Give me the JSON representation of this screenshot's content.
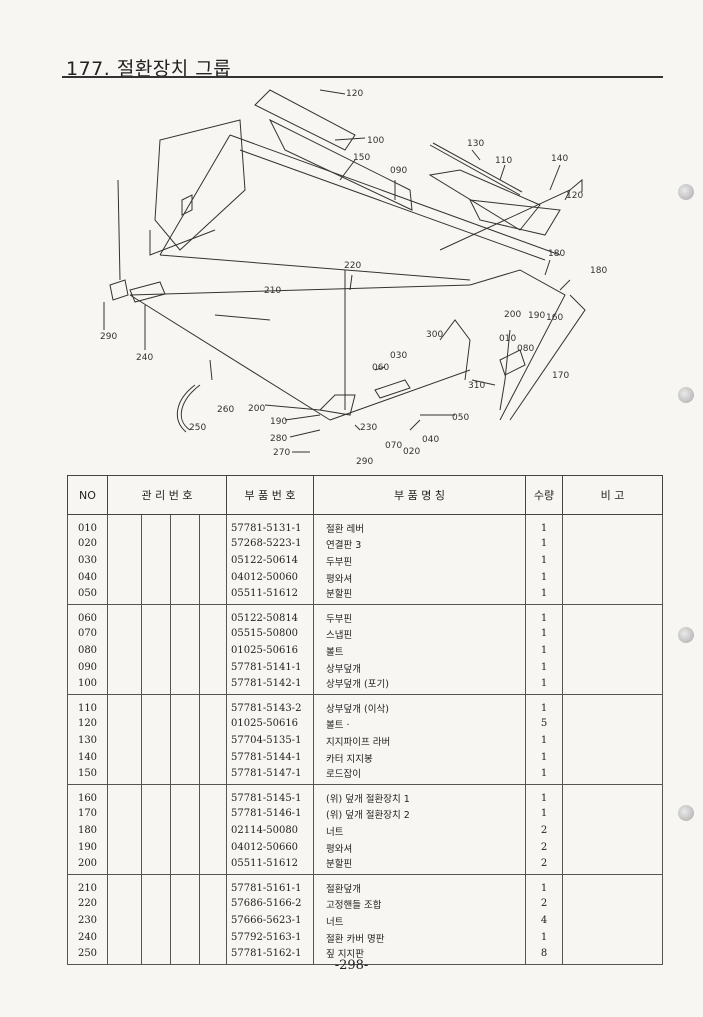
{
  "page": {
    "title": "177. 절환장치 그룹",
    "page_number": "-298-"
  },
  "diagram": {
    "callouts": [
      "120",
      "100",
      "150",
      "090",
      "130",
      "110",
      "140",
      "120",
      "180",
      "180",
      "220",
      "210",
      "290",
      "240",
      "200",
      "190",
      "160",
      "170",
      "300",
      "010",
      "080",
      "030",
      "060",
      "310",
      "050",
      "040",
      "020",
      "070",
      "230",
      "260",
      "250",
      "200",
      "190",
      "280",
      "270",
      "290"
    ]
  },
  "table": {
    "headers": {
      "no": "NO",
      "mgmt_no": "관 리 번 호",
      "part_no": "부 품 번 호",
      "part_name": "부   품   명   칭",
      "qty": "수량",
      "remarks": "비 고"
    },
    "groups": [
      [
        {
          "no": "010",
          "part_no": "57781-5131-1",
          "name": "절환 레버",
          "qty": "1"
        },
        {
          "no": "020",
          "part_no": "57268-5223-1",
          "name": "연결판 3",
          "qty": "1"
        },
        {
          "no": "030",
          "part_no": "05122-50614",
          "name": "두부핀",
          "qty": "1"
        },
        {
          "no": "040",
          "part_no": "04012-50060",
          "name": "평와셔",
          "qty": "1"
        },
        {
          "no": "050",
          "part_no": "05511-51612",
          "name": "분할핀",
          "qty": "1"
        }
      ],
      [
        {
          "no": "060",
          "part_no": "05122-50814",
          "name": "두부핀",
          "qty": "1"
        },
        {
          "no": "070",
          "part_no": "05515-50800",
          "name": "스냅핀",
          "qty": "1"
        },
        {
          "no": "080",
          "part_no": "01025-50616",
          "name": "볼트",
          "qty": "1"
        },
        {
          "no": "090",
          "part_no": "57781-5141-1",
          "name": "상부덮개",
          "qty": "1"
        },
        {
          "no": "100",
          "part_no": "57781-5142-1",
          "name": "상부덮개 (포기)",
          "qty": "1"
        }
      ],
      [
        {
          "no": "110",
          "part_no": "57781-5143-2",
          "name": "상부덮개 (이삭)",
          "qty": "1"
        },
        {
          "no": "120",
          "part_no": "01025-50616",
          "name": "볼트 ·",
          "qty": "5"
        },
        {
          "no": "130",
          "part_no": "57704-5135-1",
          "name": "지지파이프 라버",
          "qty": "1"
        },
        {
          "no": "140",
          "part_no": "57781-5144-1",
          "name": "카터 지지봉",
          "qty": "1"
        },
        {
          "no": "150",
          "part_no": "57781-5147-1",
          "name": "로드잡이",
          "qty": "1"
        }
      ],
      [
        {
          "no": "160",
          "part_no": "57781-5145-1",
          "name": "(위) 덮개 절환장치 1",
          "qty": "1"
        },
        {
          "no": "170",
          "part_no": "57781-5146-1",
          "name": "(위) 덮개 절환장치 2",
          "qty": "1"
        },
        {
          "no": "180",
          "part_no": "02114-50080",
          "name": "너트",
          "qty": "2"
        },
        {
          "no": "190",
          "part_no": "04012-50660",
          "name": "평와셔",
          "qty": "2"
        },
        {
          "no": "200",
          "part_no": "05511-51612",
          "name": "분할핀",
          "qty": "2"
        }
      ],
      [
        {
          "no": "210",
          "part_no": "57781-5161-1",
          "name": "절환덮개",
          "qty": "1"
        },
        {
          "no": "220",
          "part_no": "57686-5166-2",
          "name": "고정핸들 조합",
          "qty": "2"
        },
        {
          "no": "230",
          "part_no": "57666-5623-1",
          "name": "너트",
          "qty": "4"
        },
        {
          "no": "240",
          "part_no": "57792-5163-1",
          "name": "절환 카버 명판",
          "qty": "1"
        },
        {
          "no": "250",
          "part_no": "57781-5162-1",
          "name": "짚 지지판",
          "qty": "8"
        }
      ]
    ]
  }
}
